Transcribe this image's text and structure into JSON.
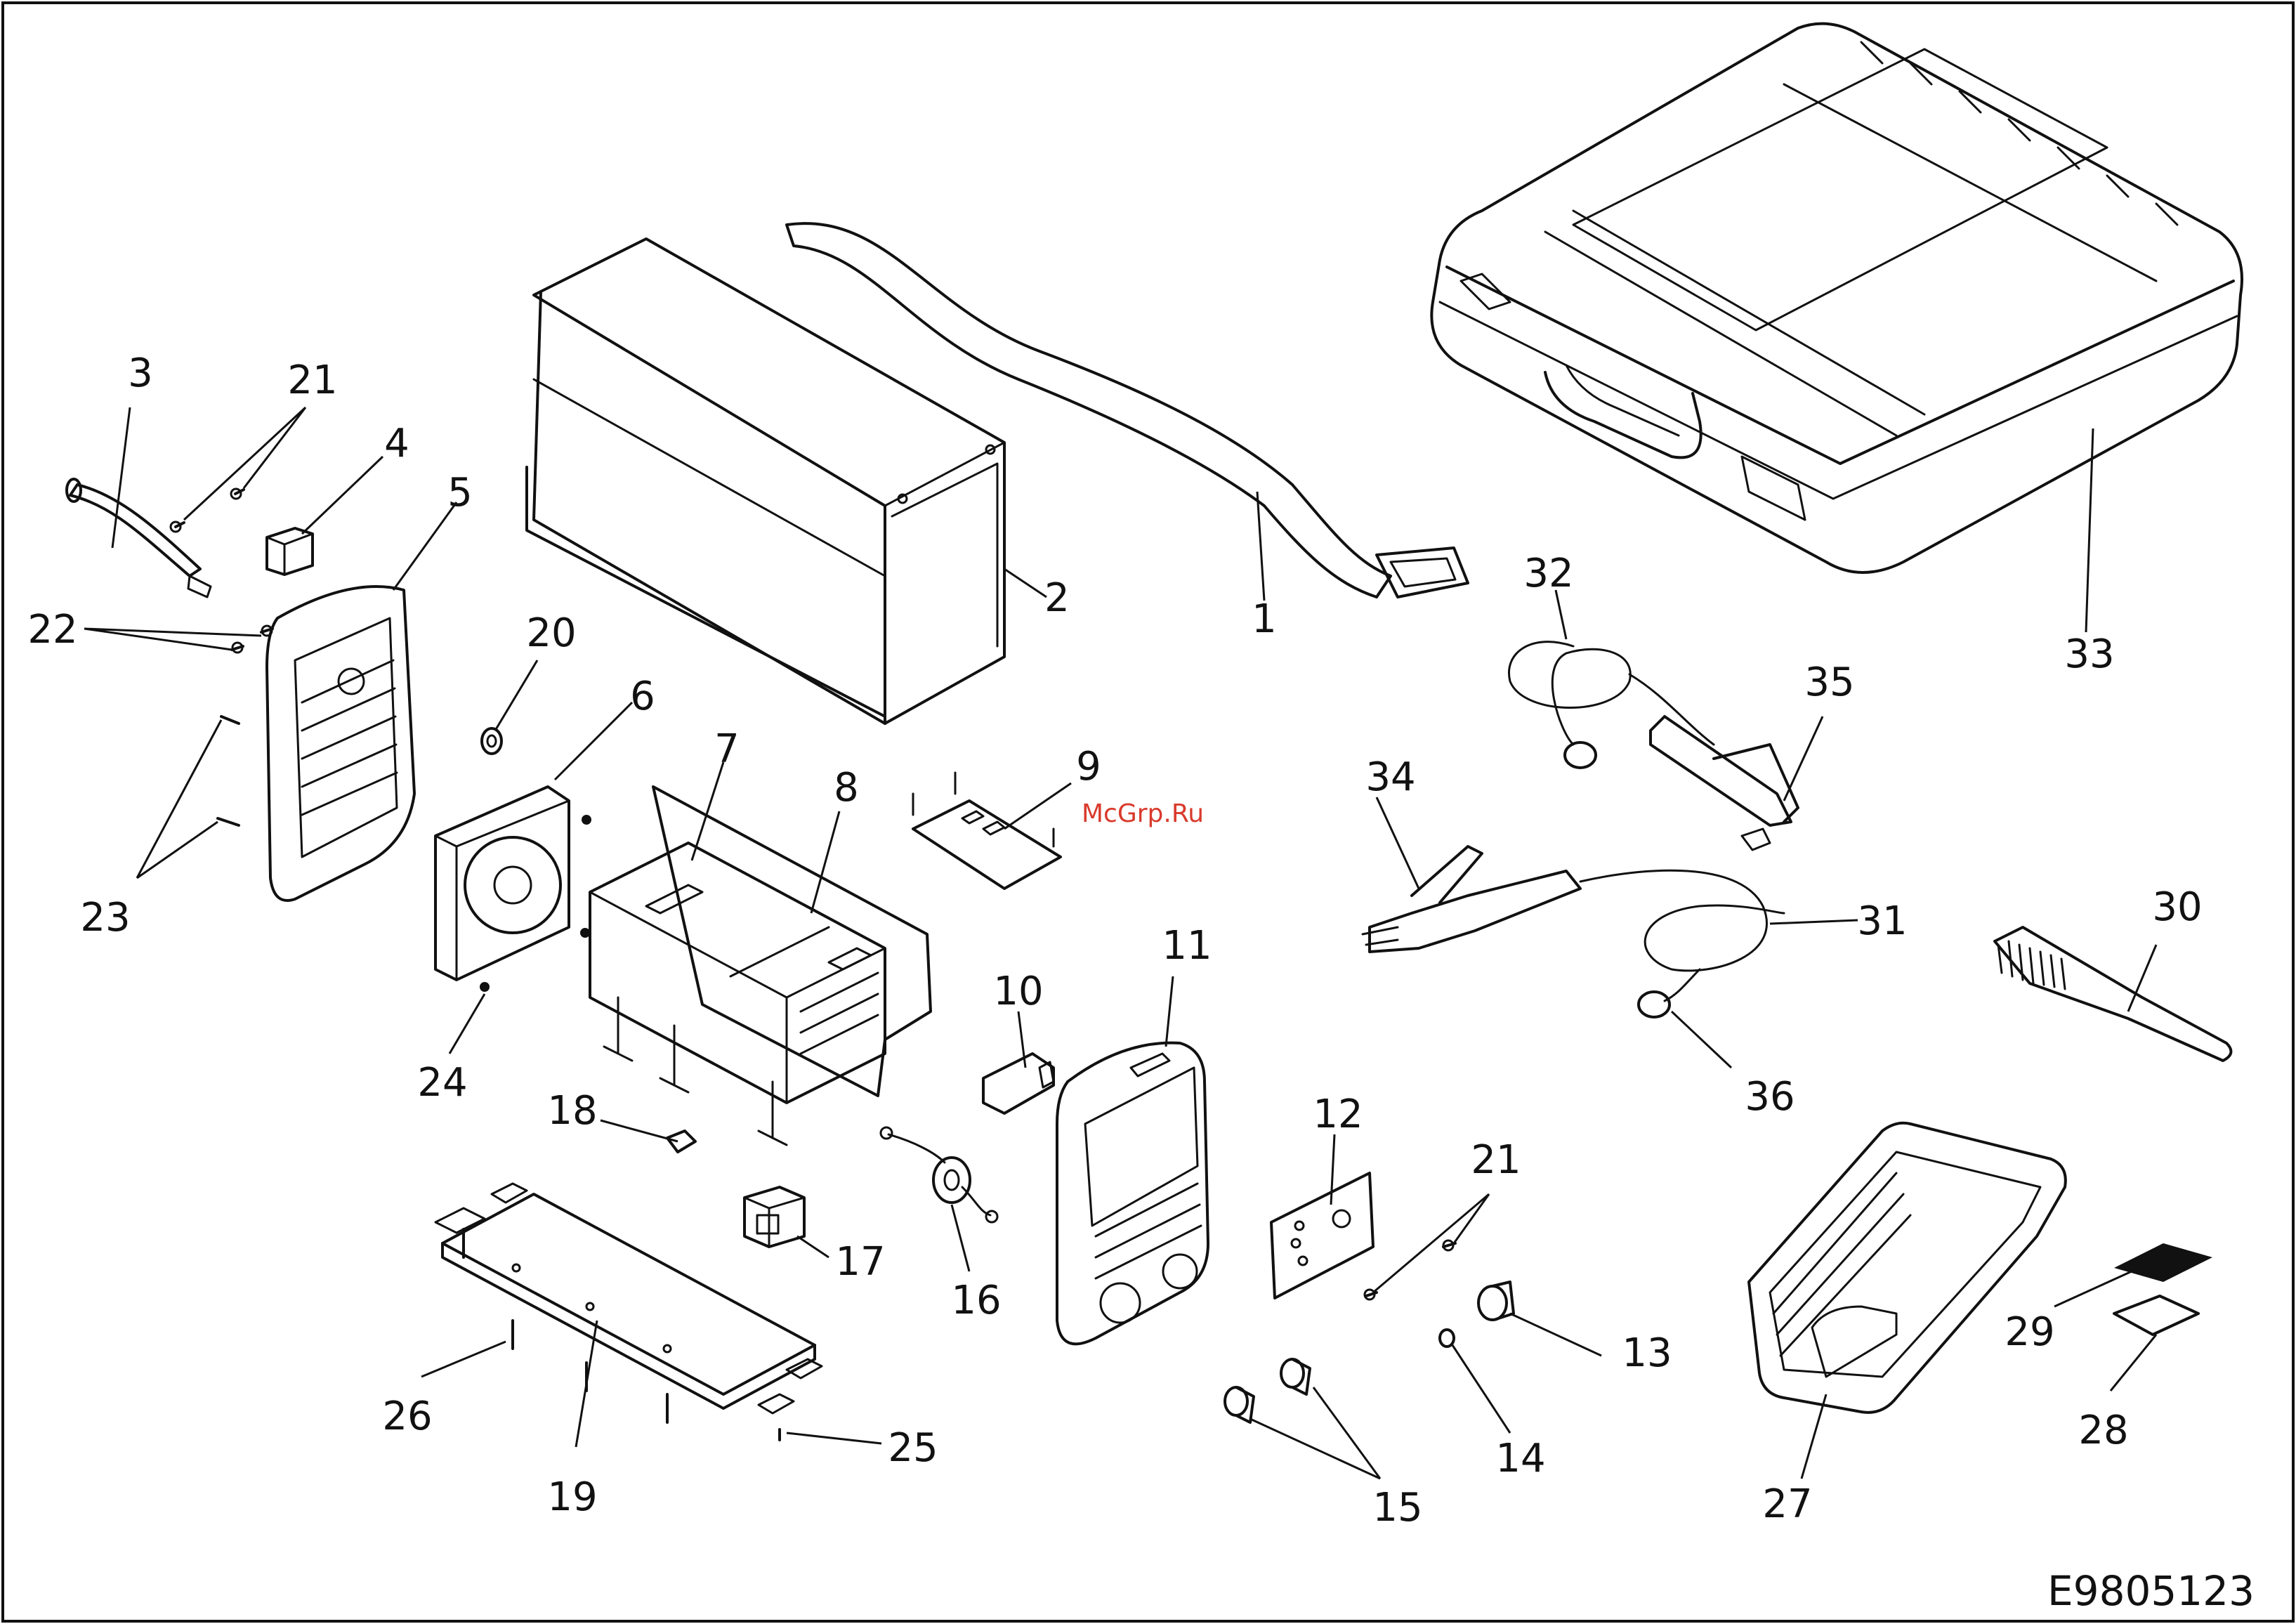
{
  "diagram": {
    "drawing_code": "E9805123",
    "watermark": {
      "text": "McGrp.Ru",
      "color": "#d93a2b"
    },
    "callouts": {
      "n1": "1",
      "n2": "2",
      "n3": "3",
      "n4": "4",
      "n5": "5",
      "n6": "6",
      "n7": "7",
      "n8": "8",
      "n9": "9",
      "n10": "10",
      "n11": "11",
      "n12": "12",
      "n13": "13",
      "n14": "14",
      "n15": "15",
      "n16": "16",
      "n17": "17",
      "n18": "18",
      "n19": "19",
      "n20": "20",
      "n21a": "21",
      "n21b": "21",
      "n22": "22",
      "n23": "23",
      "n24": "24",
      "n25": "25",
      "n26": "26",
      "n27": "27",
      "n28": "28",
      "n29": "29",
      "n30": "30",
      "n31": "31",
      "n32": "32",
      "n33": "33",
      "n34": "34",
      "n35": "35",
      "n36": "36"
    }
  }
}
